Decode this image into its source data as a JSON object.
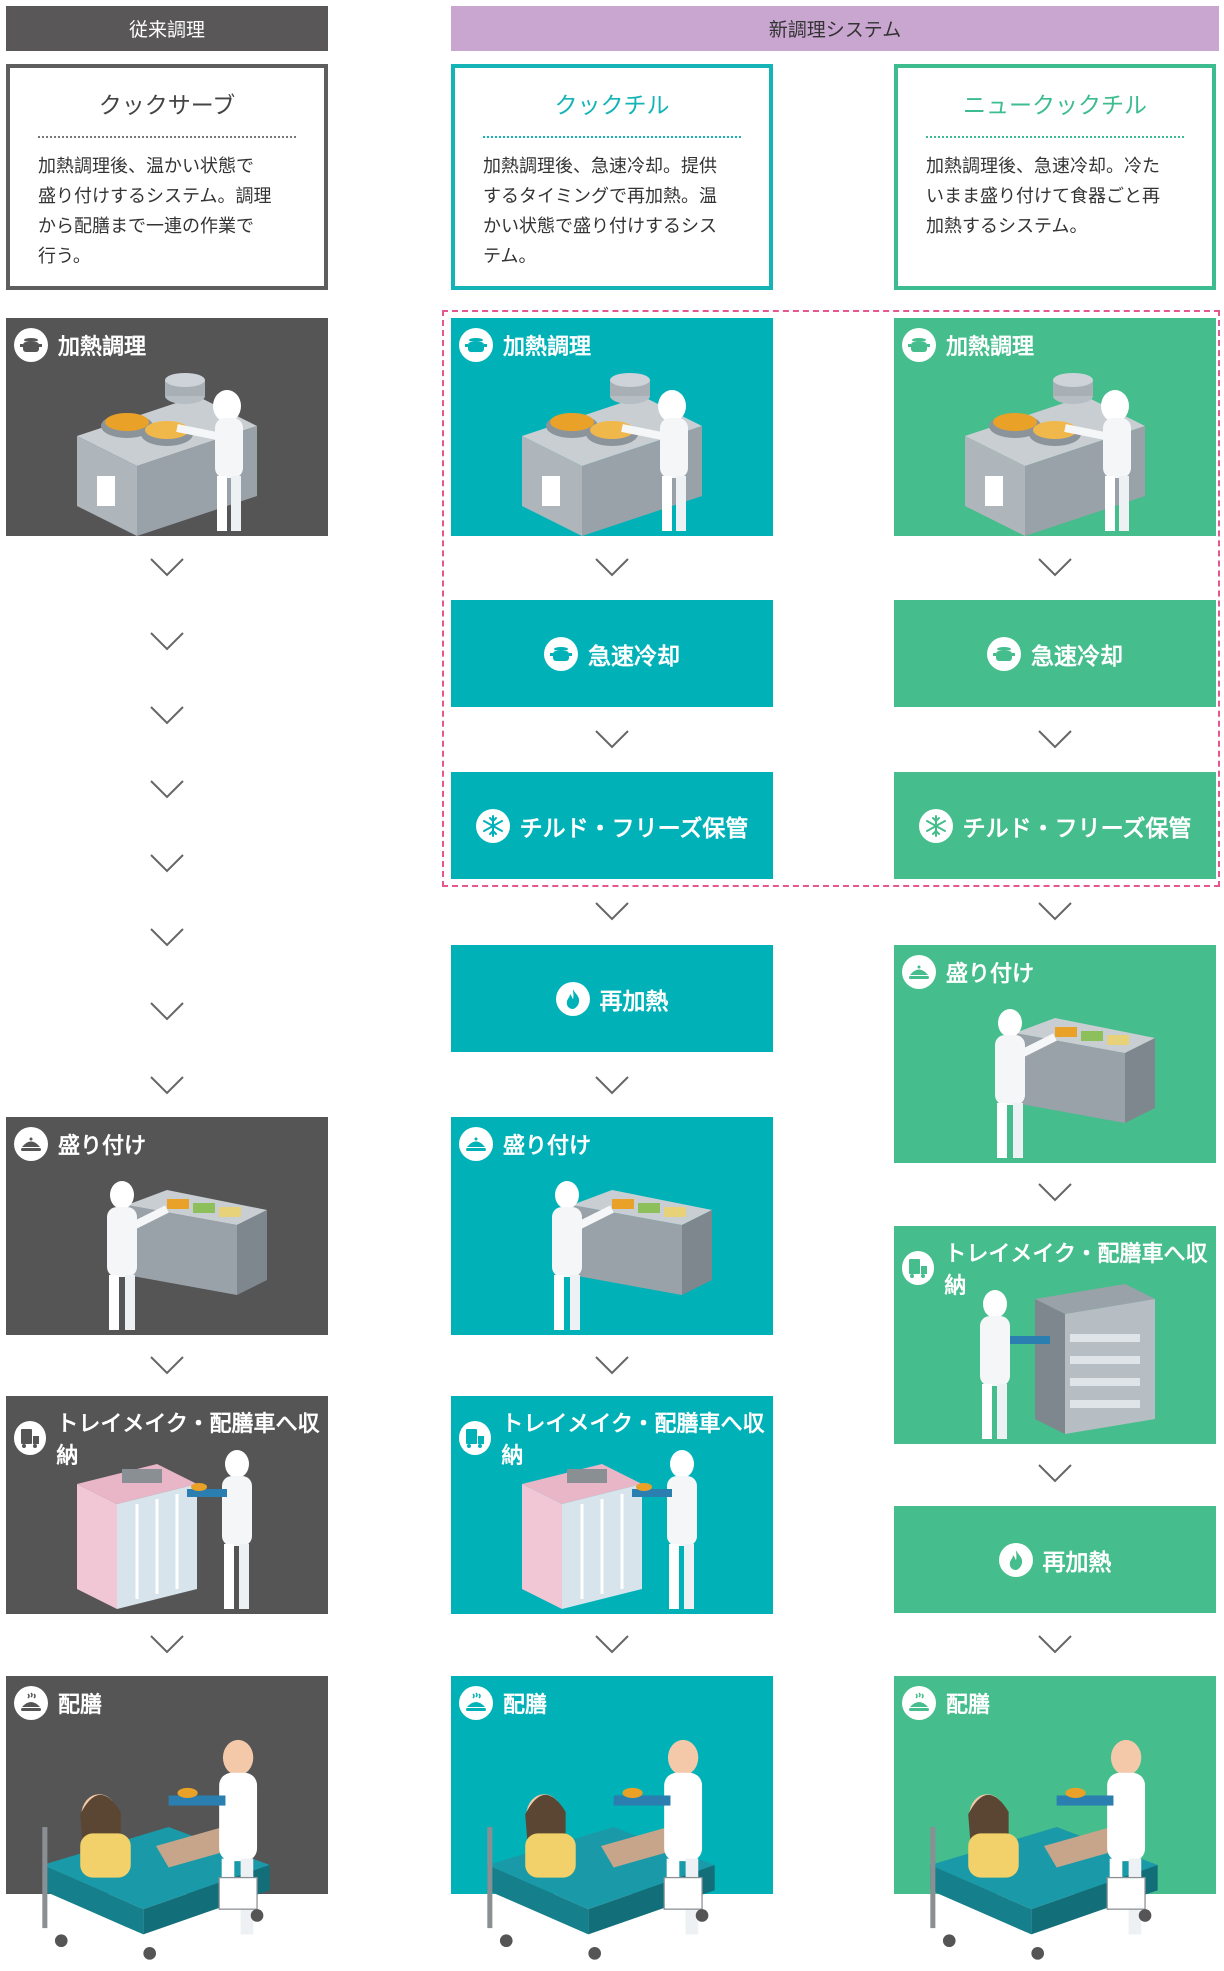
{
  "headers": {
    "conventional": "従来調理",
    "new_system": "新調理システム"
  },
  "systems": {
    "cook_serve": {
      "title": "クックサーブ",
      "desc": [
        "加熱調理後、温かい状態で",
        "盛り付けするシステム。調理",
        "から配膳まで一連の作業で",
        "行う。"
      ]
    },
    "cook_chill": {
      "title": "クックチル",
      "desc": [
        "加熱調理後、急速冷却。提供",
        "するタイミングで再加熱。温",
        "かい状態で盛り付けするシス",
        "テム。"
      ]
    },
    "new_cook_chill": {
      "title": "ニュークックチル",
      "desc": [
        "加熱調理後、急速冷却。冷た",
        "いまま盛り付けて食器ごと再",
        "加熱するシステム。"
      ]
    }
  },
  "steps": {
    "heat_cook": "加熱調理",
    "rapid_cool": "急速冷却",
    "chilled_storage": "チルド・フリーズ保管",
    "reheat": "再加熱",
    "plating": "盛り付け",
    "tray_make": "トレイメイク・配膳車へ収納",
    "serving": "配膳"
  },
  "colors": {
    "conventional": "#555555",
    "cook_chill": "#00b2b8",
    "new_cook_chill": "#45bd8c",
    "header_new": "#c9a6d0",
    "dashed_frame": "#e5578e"
  },
  "icons": {
    "heat_cook": "pot-icon",
    "rapid_cool": "cooling-pot-icon",
    "chilled_storage": "snowflake-icon",
    "reheat": "flame-icon",
    "plating": "dish-icon",
    "tray_make": "cart-icon",
    "serving": "serving-icon"
  }
}
